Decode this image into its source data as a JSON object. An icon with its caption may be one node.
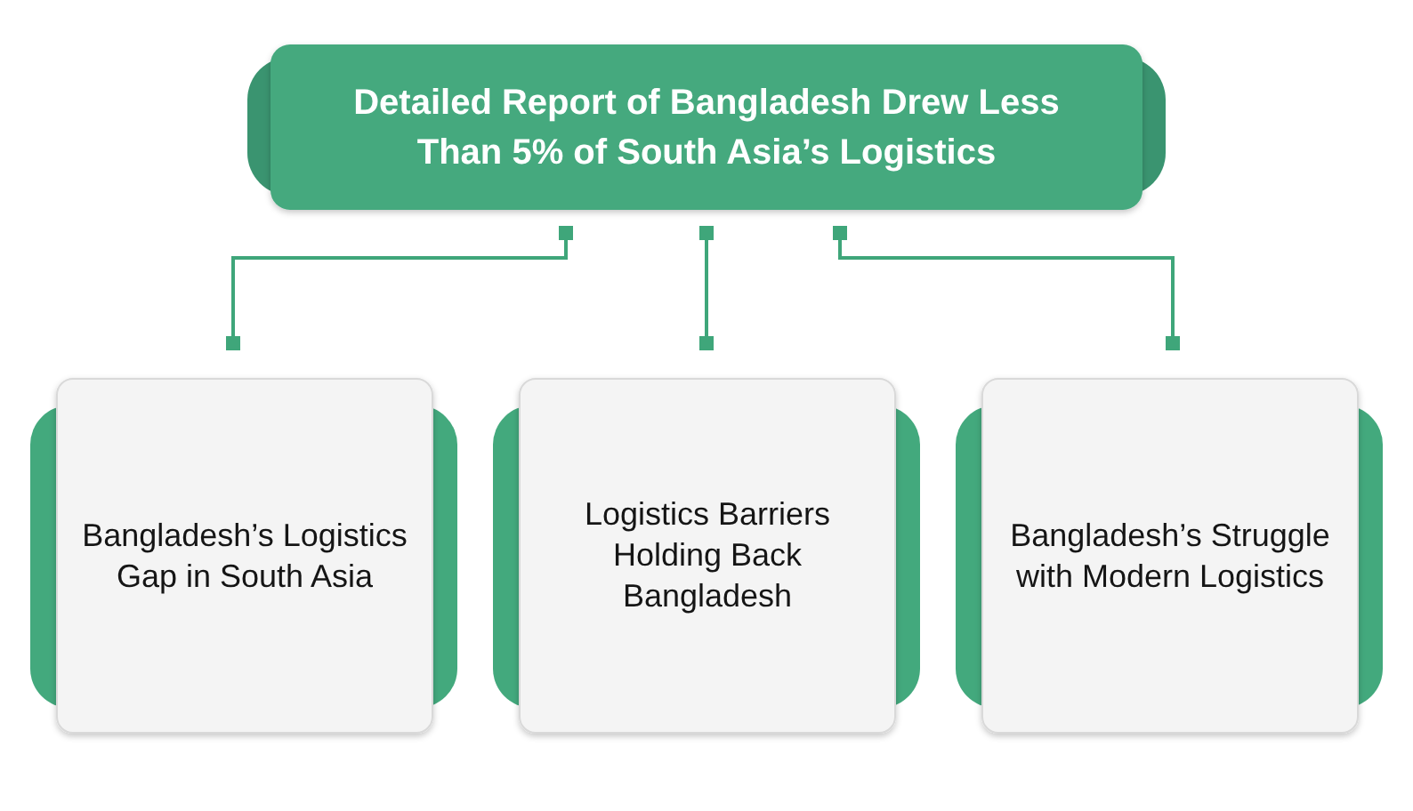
{
  "diagram": {
    "nodes": [
      {
        "text": [
          "Detailed Report of Bangladesh Drew Less Than 5% of South Asia’s Logistics"
        ]
      },
      {
        "text": [
          "Bangladesh’s Logistics Gap in South Asia"
        ]
      },
      {
        "text": [
          "Logistics Barriers Holding Back Bangladesh"
        ]
      },
      {
        "text": [
          "Bangladesh’s Struggle with Modern Logistics"
        ]
      }
    ],
    "edges": [
      {
        "from": 0,
        "to": 1,
        "arrow": "other"
      },
      {
        "from": 0,
        "to": 2,
        "arrow": "other"
      },
      {
        "from": 0,
        "to": 3,
        "arrow": "other"
      }
    ]
  }
}
